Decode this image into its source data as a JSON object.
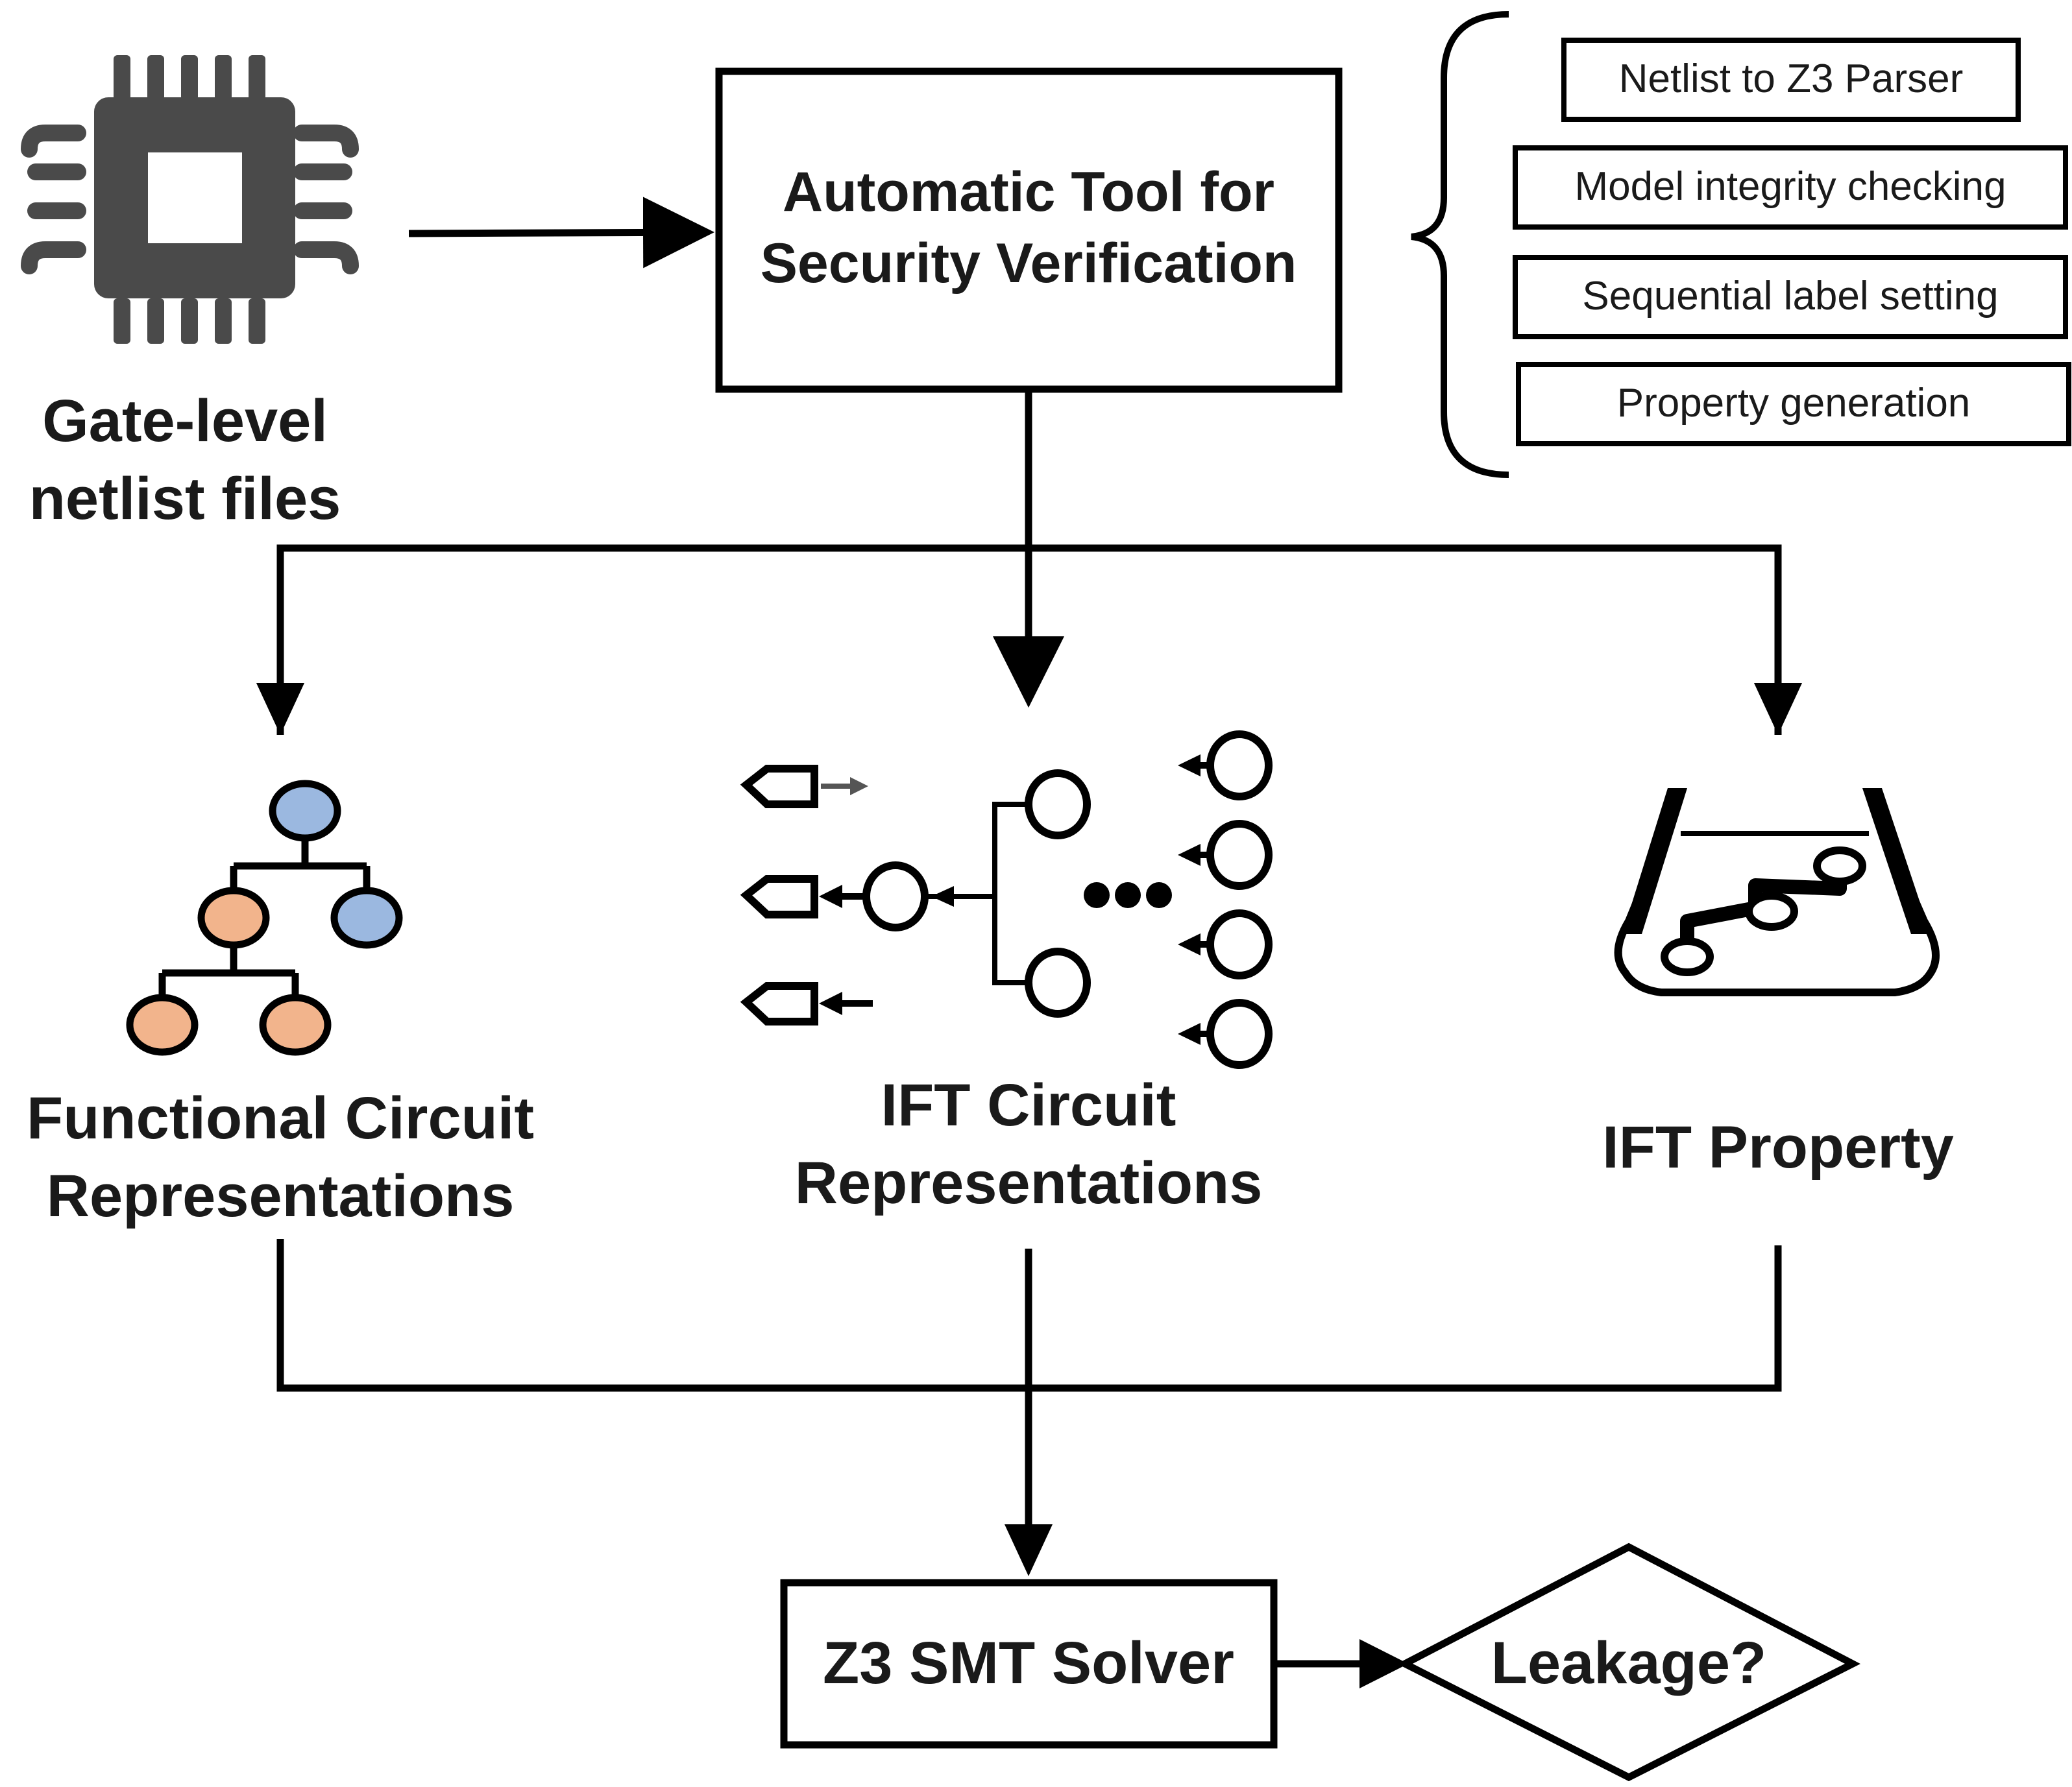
{
  "netlist": {
    "line1": "Gate-level",
    "line2": "netlist files"
  },
  "tool": {
    "line1": "Automatic Tool for",
    "line2": "Security Verification"
  },
  "features": [
    "Netlist to Z3 Parser",
    "Model integrity checking",
    "Sequential label setting",
    "Property generation"
  ],
  "functional": {
    "line1": "Functional Circuit",
    "line2": "Representations"
  },
  "ift_circuit": {
    "line1": "IFT Circuit",
    "line2": "Representations"
  },
  "ift_property": {
    "label": "IFT Property"
  },
  "solver": {
    "label": "Z3 SMT Solver"
  },
  "decision": {
    "label": "Leakage?"
  },
  "icons": {
    "chip": "chip-icon",
    "tree": "tree-icon",
    "ift_graph": "ift-graph-icon",
    "property": "property-map-icon"
  },
  "colors": {
    "tree_blue": "#9bb8e0",
    "tree_orange": "#f2b48c",
    "chip_gray": "#4a4a4a"
  }
}
